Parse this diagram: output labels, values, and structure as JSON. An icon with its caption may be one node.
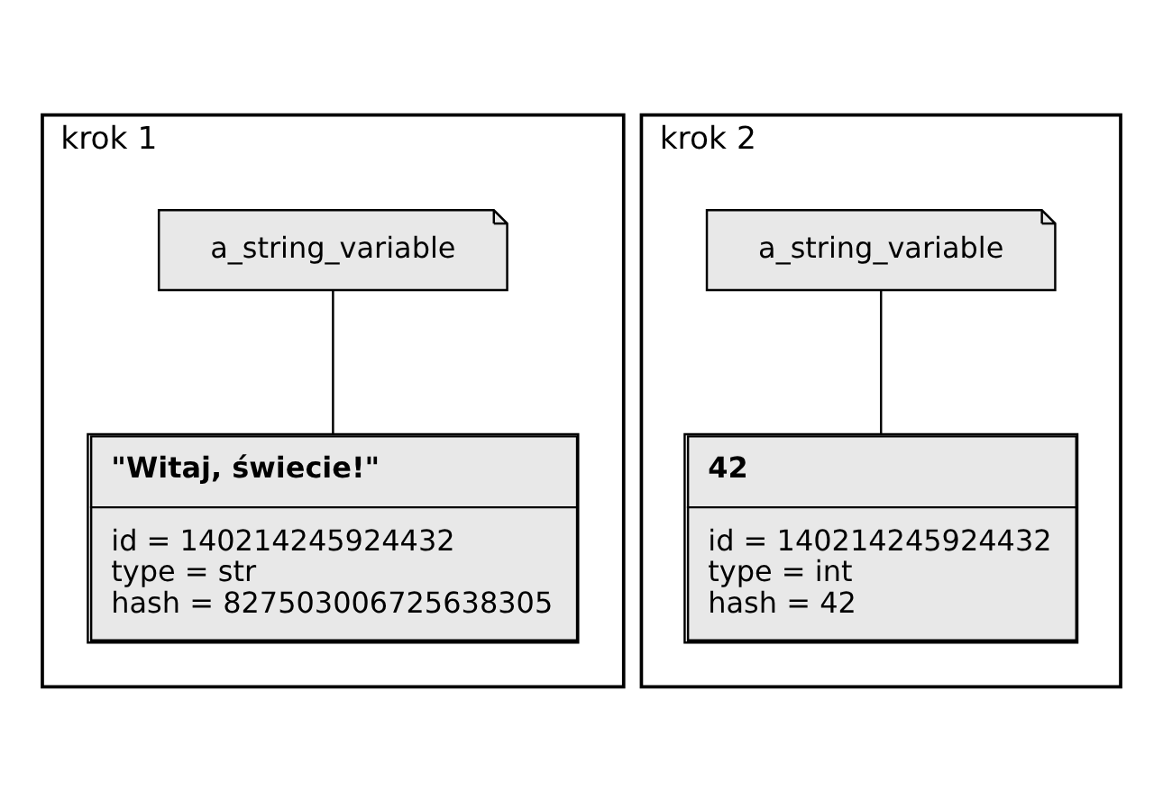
{
  "diagram": {
    "nodes": [
      {
        "text": [
          "krok 1"
        ]
      },
      {
        "text": [
          "a_string_variable"
        ],
        "in": 0
      },
      {
        "text": [
          "\"Witaj, świecie!\"",
          "id = 140214245924432",
          "type = str",
          "hash = 827503006725638305"
        ],
        "in": 0
      },
      {
        "text": [
          "krok 2"
        ]
      },
      {
        "text": [
          "a_string_variable"
        ],
        "in": 3
      },
      {
        "text": [
          "42",
          "id = 140214245924432",
          "type = int",
          "hash = 42"
        ],
        "in": 3
      }
    ],
    "edges": [
      {
        "from": 1,
        "to": 2,
        "arrow": "none"
      },
      {
        "from": 4,
        "to": 5,
        "arrow": "none"
      }
    ]
  }
}
